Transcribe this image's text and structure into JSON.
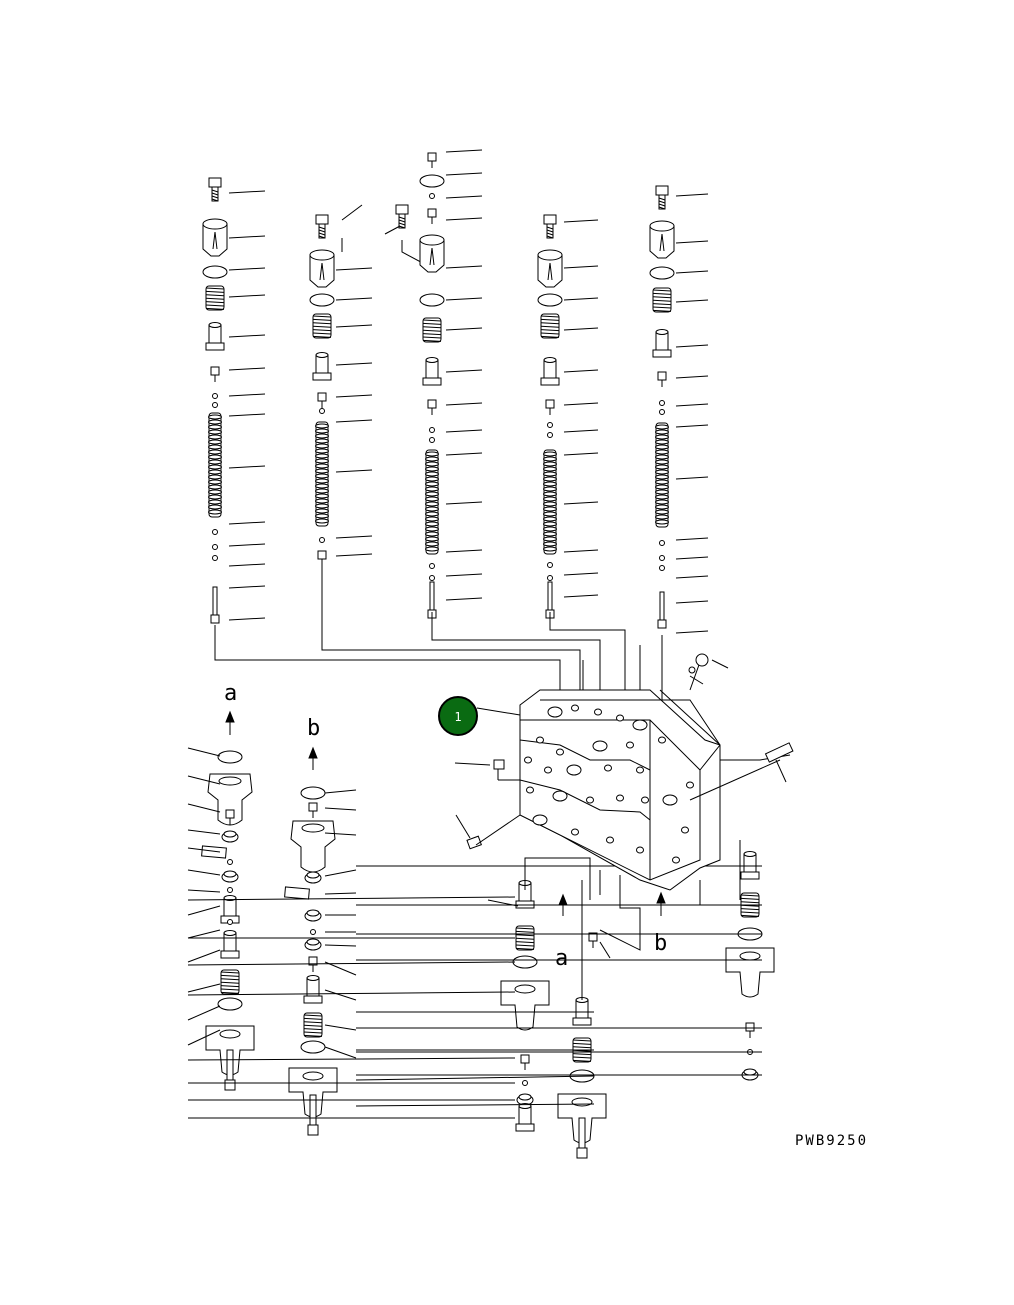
{
  "drawing_code": "PWB9250",
  "callout": {
    "number": "1",
    "color": "#0a6b12",
    "ring": "#000000"
  },
  "view_arrows": [
    {
      "id": "a-left",
      "letter": "a"
    },
    {
      "id": "b-left",
      "letter": "b"
    },
    {
      "id": "a-block",
      "letter": "a"
    },
    {
      "id": "b-block",
      "letter": "b"
    }
  ],
  "icons": {
    "parts": "spool-stack-part-icons",
    "valve_block": "control-valve-block-icon"
  }
}
